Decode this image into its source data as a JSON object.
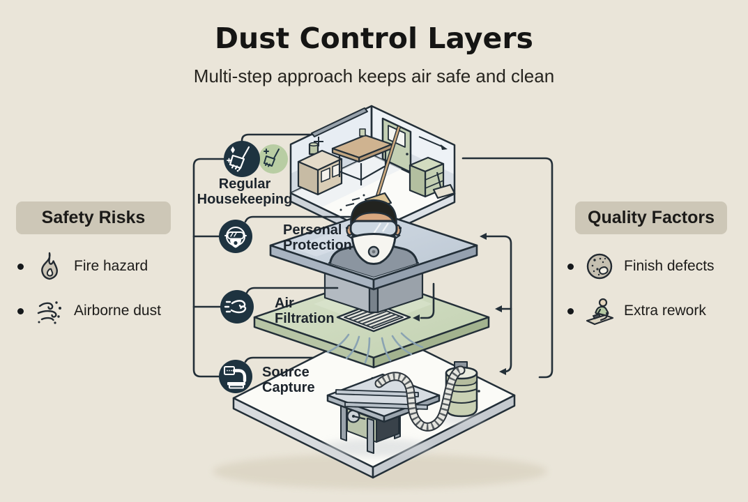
{
  "header": {
    "title": "Dust Control Layers",
    "subtitle": "Multi-step approach keeps air safe and clean"
  },
  "safety_risks": {
    "title": "Safety Risks",
    "items": [
      {
        "icon": "flame-icon",
        "label": "Fire hazard"
      },
      {
        "icon": "dust-swirl-icon",
        "label": "Airborne dust"
      }
    ]
  },
  "quality_factors": {
    "title": "Quality Factors",
    "items": [
      {
        "icon": "finish-defects-icon",
        "label": "Finish defects"
      },
      {
        "icon": "extra-rework-icon",
        "label": "Extra rework"
      }
    ]
  },
  "layers": [
    {
      "id": "regular-housekeeping",
      "line1": "Regular",
      "line2": "Housekeeping",
      "icons": [
        "broom-sparkle-dark-icon",
        "broom-sparkle-green-icon"
      ],
      "art": "isometric workshop room with broom, cabinet and door"
    },
    {
      "id": "personal-protection",
      "line1": "Personal",
      "line2": "Protection",
      "icons": [
        "respirator-face-icon"
      ],
      "art": "worker with goggles and respirator through blue slab"
    },
    {
      "id": "air-filtration",
      "line1": "Air",
      "line2": "Filtration",
      "icons": [
        "air-flow-icon"
      ],
      "art": "green slab with ceiling vent grille and airflow"
    },
    {
      "id": "source-capture",
      "line1": "Source",
      "line2": "Capture",
      "icons": [
        "dust-extractor-icon"
      ],
      "art": "table saw with hose to dust collector drum"
    }
  ],
  "colors": {
    "background": "#eae5d9",
    "panel_bg": "#cdc7b7",
    "ink": "#232f38",
    "navy_badge": "#1e3340",
    "green_badge": "#b8cda3",
    "slab_blue": "#c8d2dd",
    "slab_green": "#ccd8bf",
    "slab_white": "#fbfbf7",
    "airflow_blue": "#8aa3b2"
  }
}
